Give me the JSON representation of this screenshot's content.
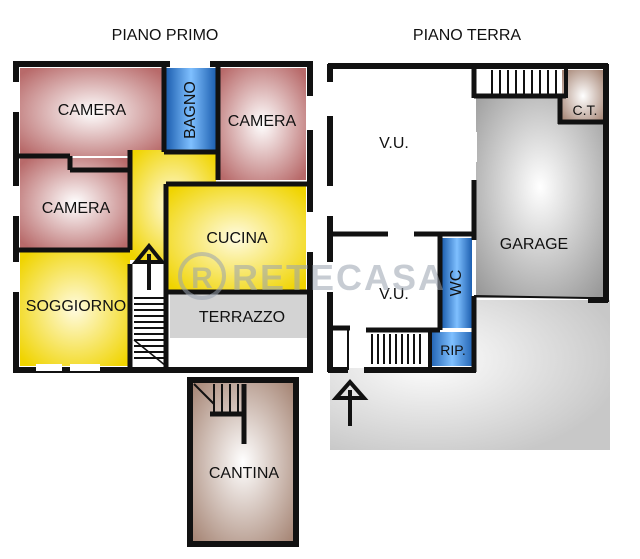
{
  "titles": {
    "first_floor": "PIANO PRIMO",
    "ground_floor": "PIANO TERRA"
  },
  "rooms": {
    "camera_top_left": "CAMERA",
    "bagno": "BAGNO",
    "camera_top_right": "CAMERA",
    "camera_mid_left": "CAMERA",
    "cucina": "CUCINA",
    "soggiorno": "SOGGIORNO",
    "terrazzo": "TERRAZZO",
    "cantina": "CANTINA",
    "vu_upper": "V.U.",
    "vu_lower": "V.U.",
    "wc": "WC",
    "rip": "RIP.",
    "garage": "GARAGE",
    "ct": "C.T."
  },
  "watermark": "RETECASA",
  "colors": {
    "camera": "#c98a8a",
    "bagno": "#2e7fd6",
    "corridor": "#f2dc2a",
    "cucina": "#f2dc2a",
    "soggiorno": "#f2dc2a",
    "terrazzo": "#cfcfcf",
    "cantina": "#c9b5a6",
    "garage": "#b3b3b3",
    "ct": "#c9b5a6",
    "wall": "#111111"
  }
}
